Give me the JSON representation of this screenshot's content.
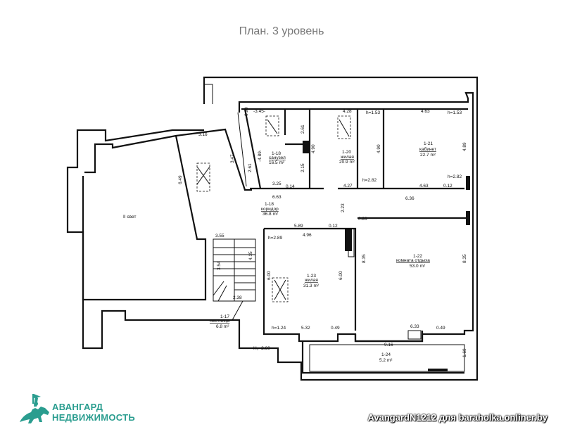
{
  "title": "План. 3 уровень",
  "rooms": [
    {
      "id": "1-17",
      "name": "лестница",
      "area": "6.8 m²"
    },
    {
      "id": "1-18",
      "name": "коридор",
      "area": "36.8 m²"
    },
    {
      "id": "1-19",
      "name": "санузел",
      "area": "16.5 m²"
    },
    {
      "id": "1-20",
      "name": "жилая",
      "area": "20.9 m²"
    },
    {
      "id": "1-21",
      "name": "кабинет",
      "area": "22.7 m²"
    },
    {
      "id": "1-22",
      "name": "комната отдыха",
      "area": "53.0 m²"
    },
    {
      "id": "1-23",
      "name": "жилая",
      "area": "31.3 m²"
    },
    {
      "id": "1-24",
      "name": "",
      "area": "5.2 m²"
    }
  ],
  "second_light_label": "II свет",
  "dims": {
    "d345": "-3.45-",
    "d090": "0.90",
    "d428": "4.28",
    "h153a": "h=1.53",
    "d463a": "4.63",
    "h153b": "h=1.53",
    "d316": "3.16",
    "d261": "2.61",
    "d489a": "-4.89-",
    "d347": "3.47",
    "d490a": "4.90",
    "d490b": "4.90",
    "d489b": "4.89",
    "d649": "6.49",
    "d261b": "2.61",
    "d215": "2.15",
    "h282a": "h=2.82",
    "h282b": "h=2.82",
    "d325": "3.25",
    "d014": "0.14",
    "d427": "4.27",
    "d463b": "4.63",
    "d012a": "0.12",
    "d663": "6.63",
    "d636": "6.36",
    "d223": "2.23",
    "d028": "0.28",
    "d589": "5.89",
    "d012b": "0.12",
    "d355": "3.55",
    "h289": "h=2.89",
    "d496": "4.96",
    "d835a": "8.35",
    "d835b": "8.35",
    "d354": "3.54",
    "d415": "4.15",
    "d600a": "6.00",
    "d600b": "6.00",
    "d238": "2.38",
    "h124": "h=1.24",
    "d532": "5.32",
    "d049a": "0.49",
    "d633": "6.33",
    "d049b": "0.49",
    "d916": "9.16",
    "d169": "1.69",
    "h260": "H₃=2.60"
  },
  "logo": {
    "line1": "АВАНГАРД",
    "line2": "НЕДВИЖИМОСТЬ",
    "color": "#2a9d8f"
  },
  "watermark": "AvangardN1212 для baraholka.onliner.by"
}
